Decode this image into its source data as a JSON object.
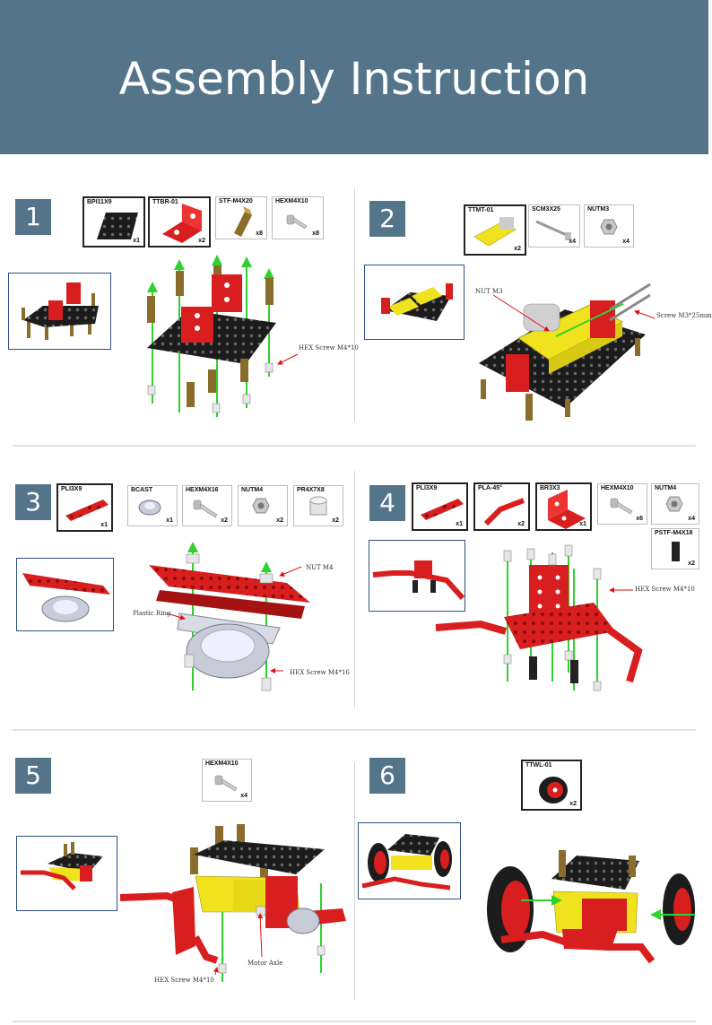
{
  "header": {
    "title": "Assembly Instruction"
  },
  "steps": [
    {
      "number": "1",
      "parts": [
        {
          "code": "BPI11X9",
          "qty": "x1"
        },
        {
          "code": "TTBR-01",
          "qty": "x2"
        },
        {
          "code": "STF-M4X20",
          "qty": "x8"
        },
        {
          "code": "HEXM4X10",
          "qty": "x8"
        }
      ],
      "annotations": [
        "HEX Screw M4*10"
      ]
    },
    {
      "number": "2",
      "parts": [
        {
          "code": "TTMT-01",
          "qty": "x2"
        },
        {
          "code": "SCM3X25",
          "qty": "x4"
        },
        {
          "code": "NUTM3",
          "qty": "x4"
        }
      ],
      "annotations": [
        "NUT M3",
        "Screw M3*25mm"
      ]
    },
    {
      "number": "3",
      "parts": [
        {
          "code": "PLI3X9",
          "qty": "x1"
        },
        {
          "code": "BCAST",
          "qty": "x1"
        },
        {
          "code": "HEXM4X16",
          "qty": "x2"
        },
        {
          "code": "NUTM4",
          "qty": "x2"
        },
        {
          "code": "PR4X7X8",
          "qty": "x2"
        }
      ],
      "annotations": [
        "NUT M4",
        "Plastic Ring",
        "HEX Screw M4*16"
      ]
    },
    {
      "number": "4",
      "parts": [
        {
          "code": "PLI3X9",
          "qty": "x1"
        },
        {
          "code": "PLA-45°",
          "qty": "x2"
        },
        {
          "code": "BR3X3",
          "qty": "x1"
        },
        {
          "code": "HEXM4X10",
          "qty": "x6"
        },
        {
          "code": "NUTM4",
          "qty": "x4"
        },
        {
          "code": "PSTF-M4X18",
          "qty": "x2"
        }
      ],
      "annotations": [
        "HEX Screw M4*10"
      ]
    },
    {
      "number": "5",
      "parts": [
        {
          "code": "HEXM4X10",
          "qty": "x4"
        }
      ],
      "annotations": [
        "HEX Screw M4*10",
        "Motor Axle"
      ]
    },
    {
      "number": "6",
      "parts": [
        {
          "code": "TTWL-01",
          "qty": "x2"
        }
      ],
      "annotations": []
    }
  ],
  "colors": {
    "banner": "#54748a",
    "step_badge": "#54748a",
    "part_red": "#d81e1e",
    "plate_black": "#1e1e1e",
    "motor_yellow": "#f0e21c",
    "axis_green": "#2fd12f"
  }
}
